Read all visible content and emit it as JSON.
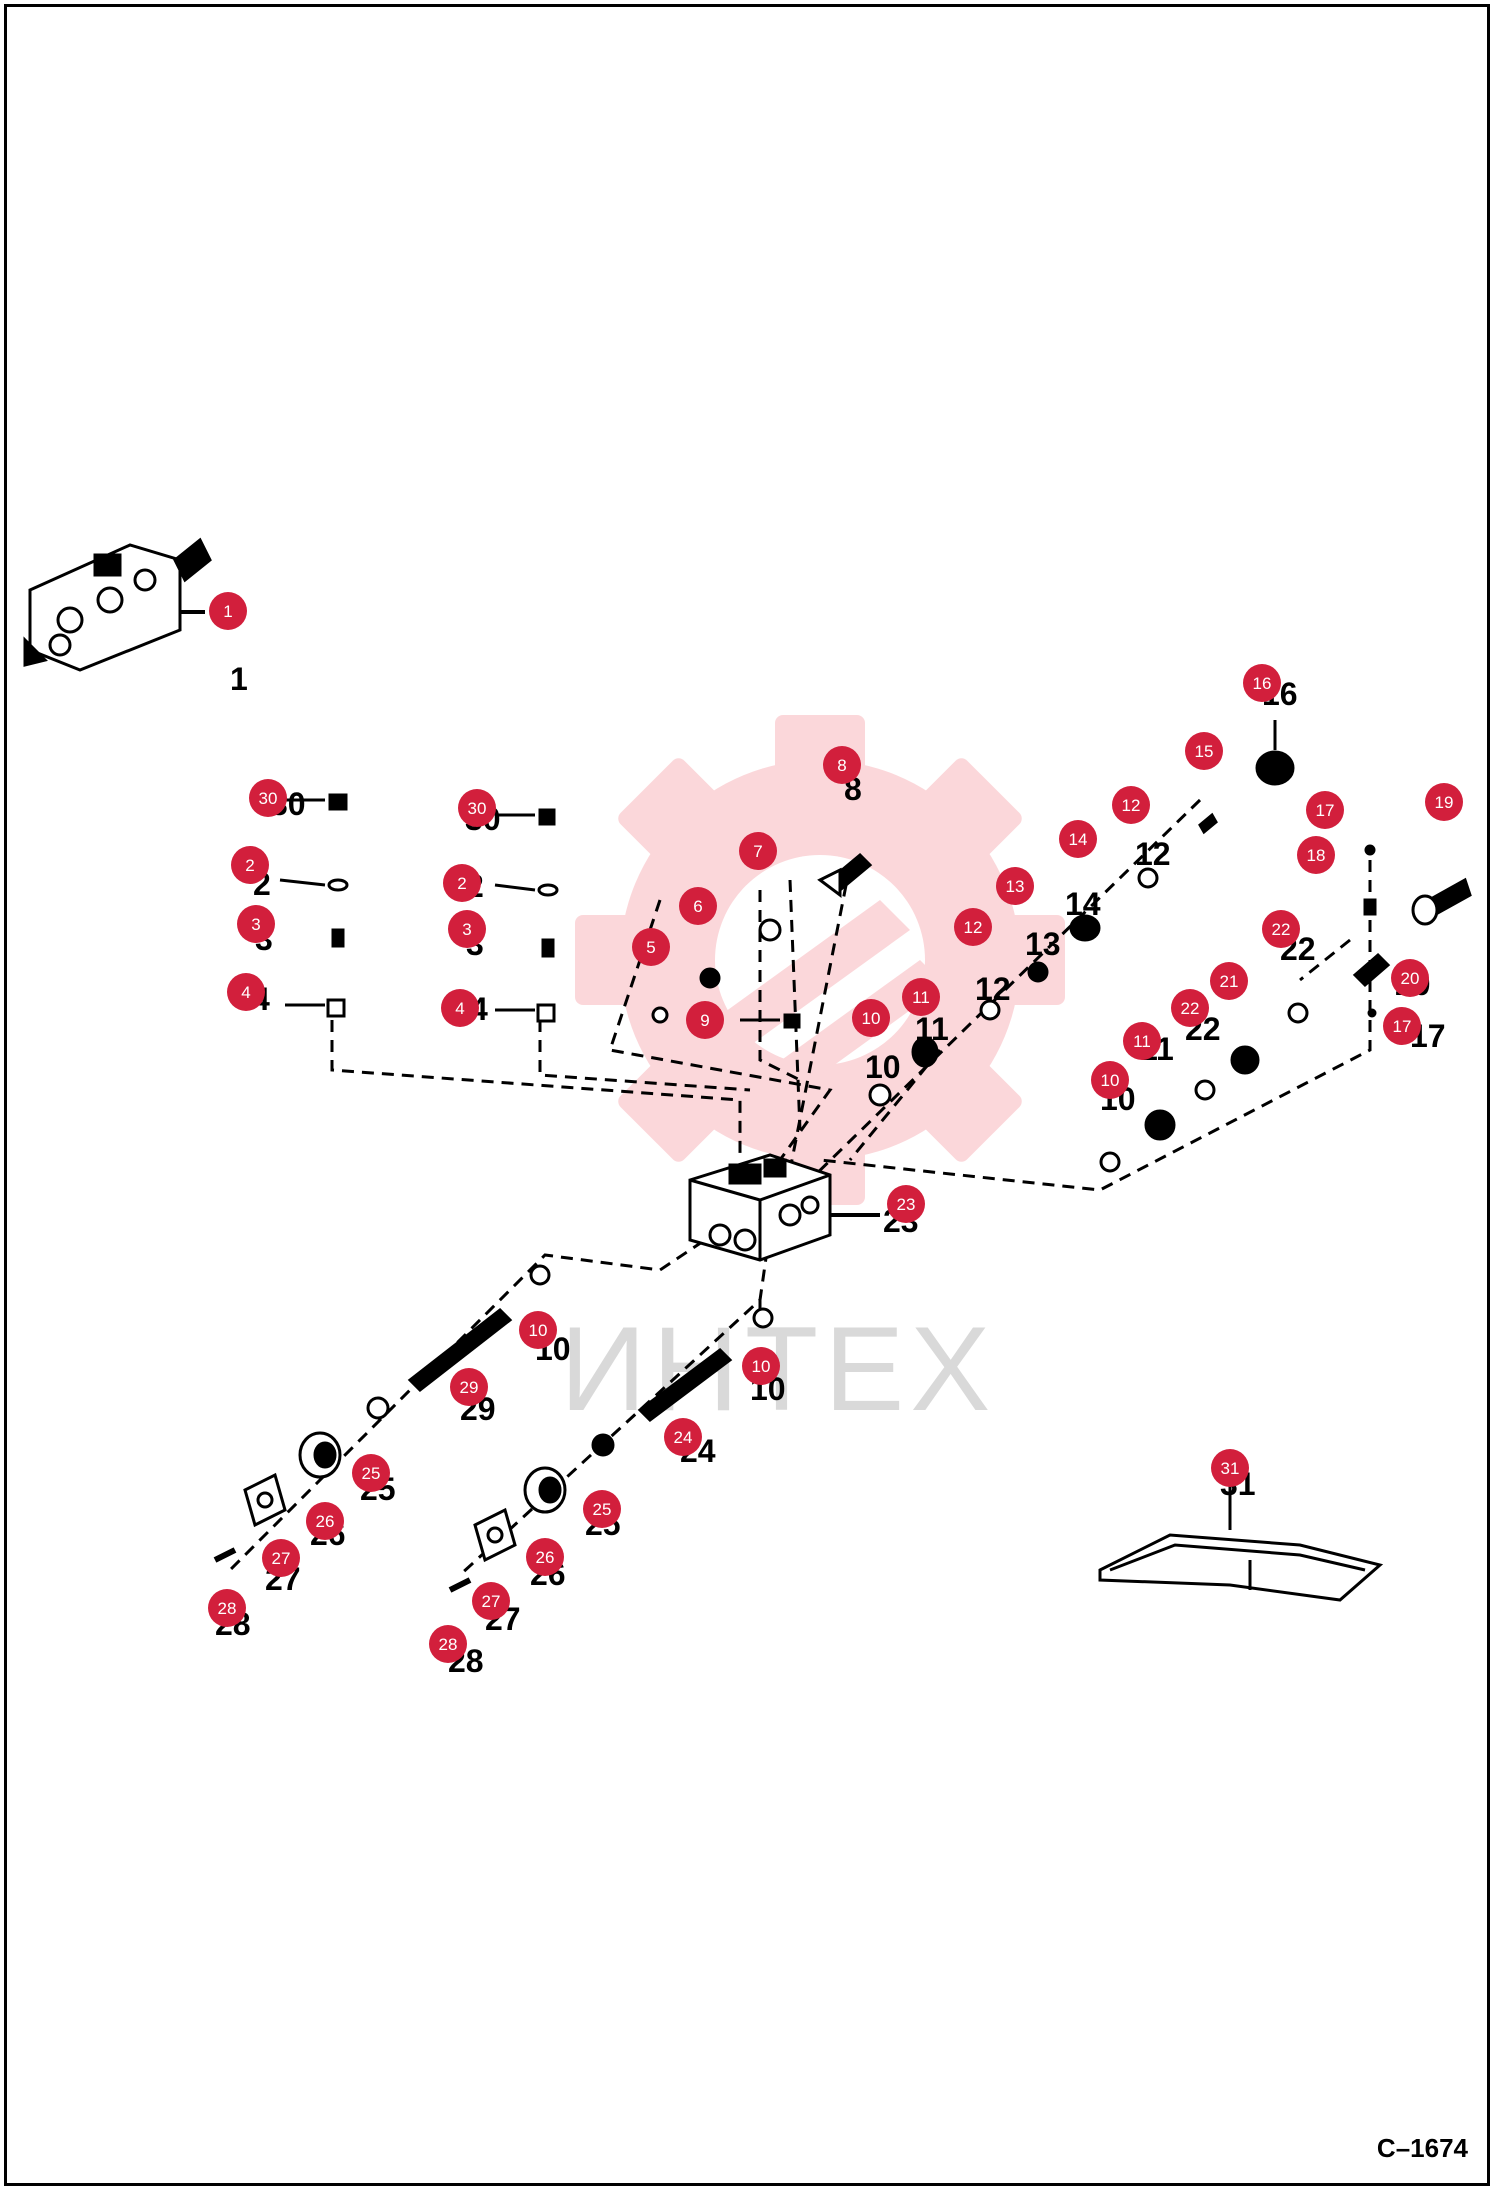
{
  "figure_id": "C–1674",
  "watermark": {
    "text": "ИНТЕХ",
    "color": "#f6b8bd"
  },
  "badge_color": "#d21f3c",
  "callouts": [
    {
      "id": "1",
      "label": "1"
    },
    {
      "id": "2a",
      "label": "2"
    },
    {
      "id": "2b",
      "label": "2"
    },
    {
      "id": "3a",
      "label": "3"
    },
    {
      "id": "3b",
      "label": "3"
    },
    {
      "id": "4a",
      "label": "4"
    },
    {
      "id": "4b",
      "label": "4"
    },
    {
      "id": "5",
      "label": "5"
    },
    {
      "id": "6",
      "label": "6"
    },
    {
      "id": "7",
      "label": "7"
    },
    {
      "id": "8",
      "label": "8"
    },
    {
      "id": "9",
      "label": "9"
    },
    {
      "id": "10a",
      "label": "10"
    },
    {
      "id": "10b",
      "label": "10"
    },
    {
      "id": "10c",
      "label": "10"
    },
    {
      "id": "10d",
      "label": "10"
    },
    {
      "id": "11a",
      "label": "11"
    },
    {
      "id": "11b",
      "label": "11"
    },
    {
      "id": "12a",
      "label": "12"
    },
    {
      "id": "12b",
      "label": "12"
    },
    {
      "id": "13",
      "label": "13"
    },
    {
      "id": "14",
      "label": "14"
    },
    {
      "id": "15",
      "label": "15"
    },
    {
      "id": "16",
      "label": "16"
    },
    {
      "id": "17a",
      "label": "17"
    },
    {
      "id": "17b",
      "label": "17"
    },
    {
      "id": "18",
      "label": "18"
    },
    {
      "id": "19",
      "label": "19"
    },
    {
      "id": "20",
      "label": "20"
    },
    {
      "id": "21",
      "label": "21"
    },
    {
      "id": "22a",
      "label": "22"
    },
    {
      "id": "22b",
      "label": "22"
    },
    {
      "id": "23",
      "label": "23"
    },
    {
      "id": "24",
      "label": "24"
    },
    {
      "id": "25a",
      "label": "25"
    },
    {
      "id": "25b",
      "label": "25"
    },
    {
      "id": "26a",
      "label": "26"
    },
    {
      "id": "26b",
      "label": "26"
    },
    {
      "id": "27a",
      "label": "27"
    },
    {
      "id": "27b",
      "label": "27"
    },
    {
      "id": "28a",
      "label": "28"
    },
    {
      "id": "28b",
      "label": "28"
    },
    {
      "id": "29",
      "label": "29"
    },
    {
      "id": "30a",
      "label": "30"
    },
    {
      "id": "30b",
      "label": "30"
    },
    {
      "id": "31",
      "label": "31"
    }
  ]
}
